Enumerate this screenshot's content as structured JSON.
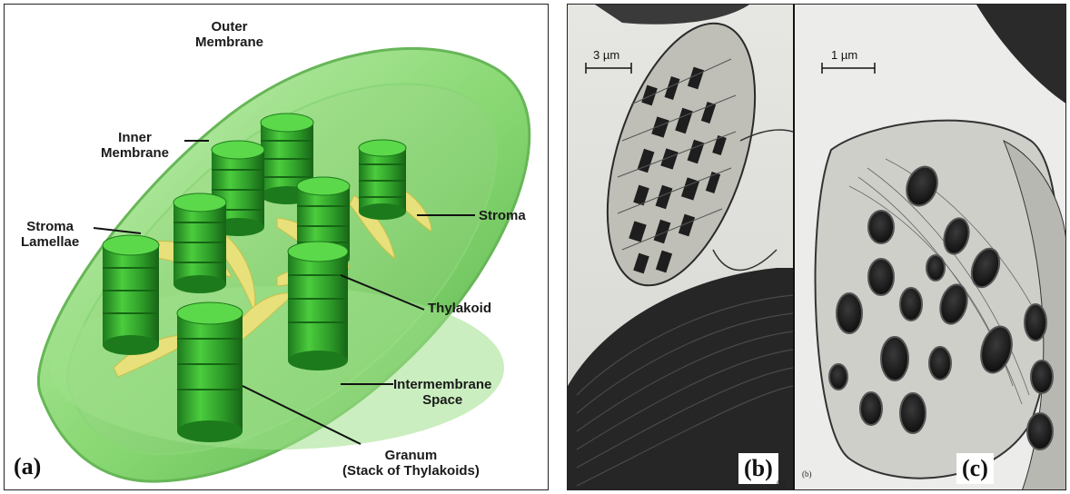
{
  "panel_a": {
    "labels": {
      "outer_membrane": "Outer\nMembrane",
      "inner_membrane": "Inner\nMembrane",
      "stroma_lamellae": "Stroma\nLamellae",
      "stroma": "Stroma",
      "thylakoid": "Thylakoid",
      "intermembrane_space": "Intermembrane\nSpace",
      "granum": "Granum\n(Stack of Thylakoids)"
    },
    "letter": "(a)"
  },
  "panel_b": {
    "letter": "(b)",
    "scale": "3 µm",
    "small_label": "(a)"
  },
  "panel_c": {
    "letter": "(c)",
    "scale": "1 µm",
    "small_label": "(b)"
  },
  "colors": {
    "membrane_green": "#7fd36d",
    "granum_green": "#2e9e2a",
    "lamella_yellow": "#e8e07a"
  }
}
